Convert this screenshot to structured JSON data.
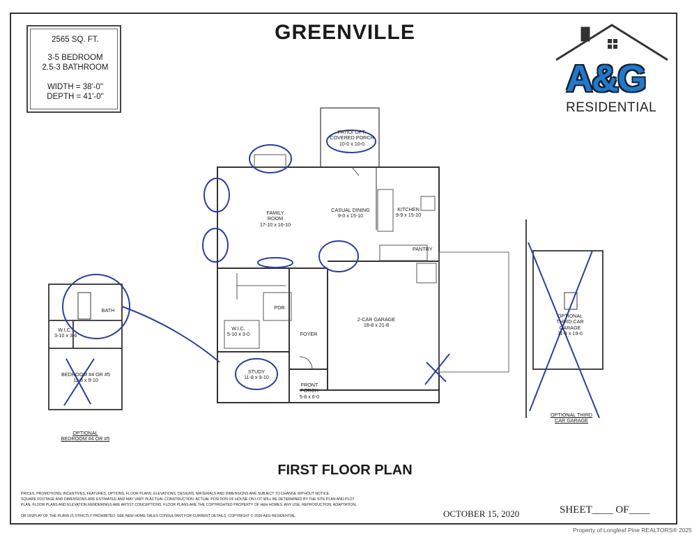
{
  "title": "GREENVILLE",
  "specs": {
    "sqft": "2565 SQ. FT.",
    "bedrooms": "3-5 BEDROOM",
    "bathrooms": "2.5-3 BATHROOM",
    "width": "WIDTH = 38'-0\"",
    "depth": "DEPTH = 41'-0\""
  },
  "logo": {
    "main": "A&G",
    "sub": "RESIDENTIAL",
    "accent": "#2278c9"
  },
  "rooms": {
    "patio_name": "PATIO/ OPT.",
    "patio_name2": "COVERED PORCH",
    "patio_dim": "10-0 x 10-0",
    "family_name": "FAMILY",
    "family_name2": "ROOM",
    "family_dim": "17-10 x 16-10",
    "dining_name": "CASUAL DINING",
    "dining_dim": "9-0 x 15-10",
    "kitchen_name": "KITCHEN",
    "kitchen_dim": "9-9 x 15-10",
    "pantry": "PANTRY",
    "garage_name": "2-CAR GARAGE",
    "garage_dim": "18-8 x 21-8",
    "foyer": "FOYER",
    "study_name": "STUDY",
    "study_dim": "11-8 x 9-10",
    "front_porch": "FRONT",
    "front_porch2": "PORCH",
    "front_porch_dim": "5-8 x 6-0",
    "wic_main": "W.I.C.",
    "wic_main_dim": "5-10 x 3-0",
    "powder": "PDR.",
    "bedroom4_name": "BEDROOM #4 OR #5",
    "bedroom4_dim": "11-8 x 9-10",
    "wic_opt": "W.I.C.",
    "wic_opt_dim": "3-10 x 3-6",
    "bath_opt": "BATH",
    "opt_third_garage1": "OPTIONAL",
    "opt_third_garage2": "THIRD CAR",
    "opt_third_garage3": "GARAGE",
    "opt_third_garage_dim": "11-8 x 19-0"
  },
  "captions": {
    "opt_bedroom1": "OPTIONAL",
    "opt_bedroom2": "BEDROOM #4 OR #5",
    "opt_garage1": "OPTIONAL THIRD",
    "opt_garage2": "CAR GARAGE"
  },
  "floor_plan_title": "FIRST FLOOR PLAN",
  "disclaimer": [
    "PRICES, PROMOTIONS, INCENTIVES, FEATURES, OPTIONS, FLOOR PLANS, ELEVATIONS, DESIGNS, MATERIALS AND DIMENSIONS ARE SUBJECT TO CHANGE WITHOUT NOTICE.",
    "SQUARE FOOTAGE AND DIMENSIONS ARE ESTIMATED AND MAY VARY IN ACTUAL CONSTRUCTION. ACTUAL POSITION OF HOUSE ON LOT WILL BE DETERMINED BY THE SITE PLAN AND PLOT",
    "PLAN. FLOOR PLANS AND ELEVATION RENDERINGS ARE ARTIST CONCEPTIONS. FLOOR PLANS ARE THE COPYRIGHTED PROPERTY OF H&H HOMES. ANY USE, REPRODUCTION, ADAPTATION,",
    "OR DISPLAY OF THE PLANS IS STRICTLY PROHIBITED. SEE NEW HOME SALES CONSULTANT FOR CURRENT DETAILS. COPYRIGHT © 2020 A&G RESIDENTIAL"
  ],
  "date": "OCTOBER 15, 2020",
  "sheet": "SHEET____ OF____",
  "watermark": "Property of Longleaf Pine REALTORS® 2025",
  "colors": {
    "annotation": "#2a3f9e",
    "line": "#333333"
  }
}
